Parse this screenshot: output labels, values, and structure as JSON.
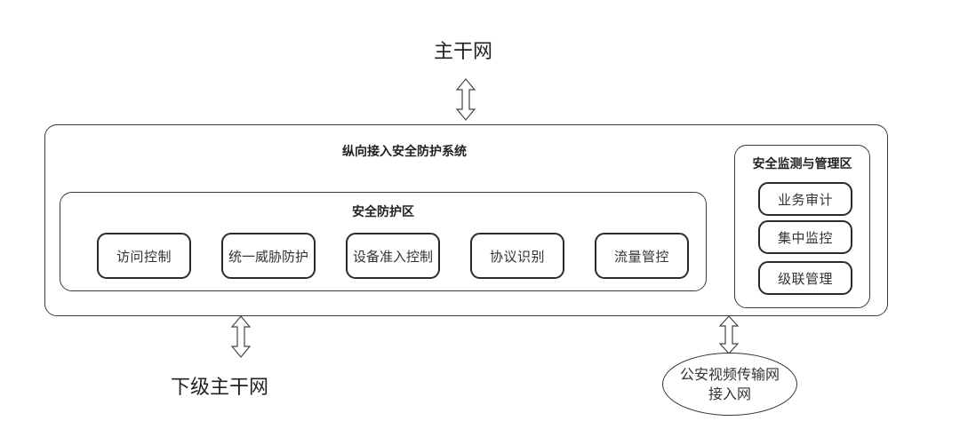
{
  "top_network": "主干网",
  "system": {
    "title": "纵向接入安全防护系统",
    "protection_zone": {
      "title": "安全防护区",
      "modules": [
        "访问控制",
        "统一威胁防护",
        "设备准入控制",
        "协议识别",
        "流量管控"
      ]
    },
    "monitor_zone": {
      "title": "安全监测与管理区",
      "modules": [
        "业务审计",
        "集中监控",
        "级联管理"
      ]
    }
  },
  "lower_network": "下级主干网",
  "video_network": {
    "line1": "公安视频传输网",
    "line2": "接入网"
  },
  "icons": {
    "connector": "double-headed-vertical-arrow"
  }
}
